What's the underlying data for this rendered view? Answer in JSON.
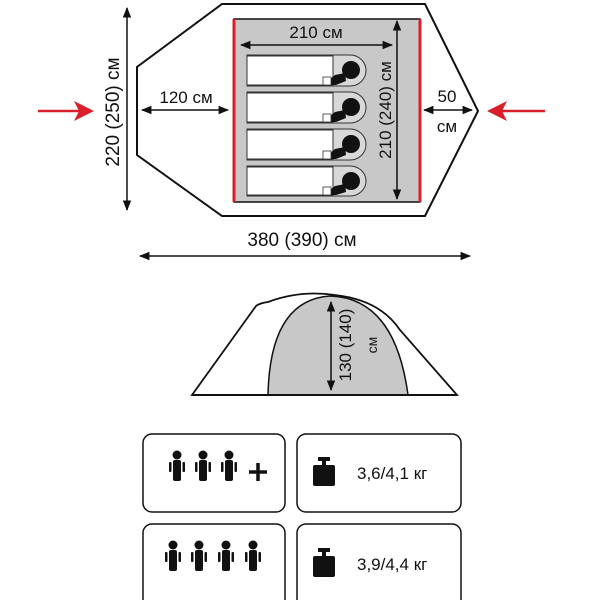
{
  "floor_plan": {
    "inner_width_label": "210 см",
    "inner_length_label": "210 (240) см",
    "total_width_label": "220 (250) см",
    "vestibule_front_label": "120 см",
    "vestibule_back_value": "50",
    "vestibule_back_unit": "см",
    "total_length_label": "380 (390) см"
  },
  "side_view": {
    "height_label": "130 (140)",
    "height_unit": "см"
  },
  "specs": [
    {
      "capacity_icon": "three-people-plus-icon",
      "weight": "3,6/4,1 кг"
    },
    {
      "capacity_icon": "four-people-icon",
      "weight": "3,9/4,4 кг"
    }
  ],
  "colors": {
    "accent": "#d9202a",
    "inner_fill": "#c8c8c8",
    "line": "#111111"
  }
}
